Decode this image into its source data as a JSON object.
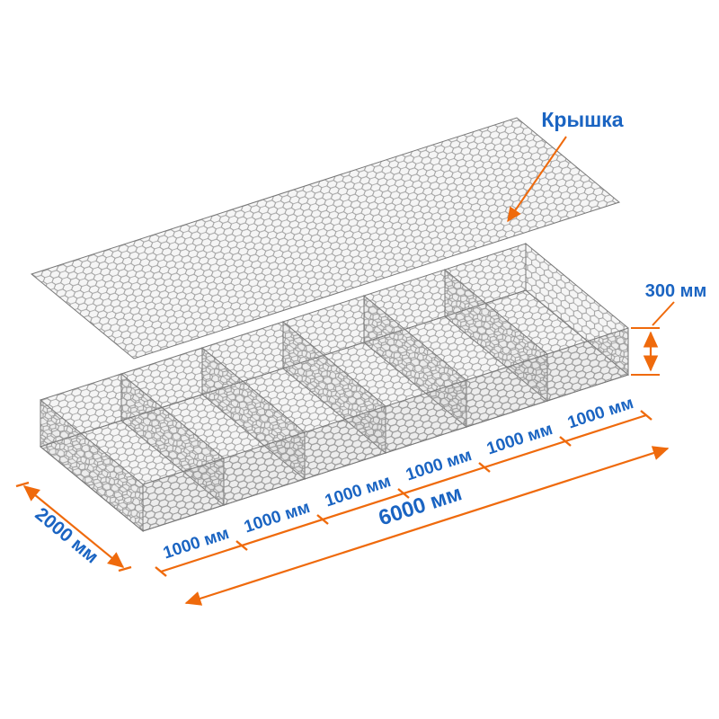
{
  "labels": {
    "lid": "Крышка",
    "height": "300 мм",
    "length": "6000 мм",
    "width": "2000 мм"
  },
  "segments": [
    "1000 мм",
    "1000 мм",
    "1000 мм",
    "1000 мм",
    "1000 мм",
    "1000 мм"
  ],
  "colors": {
    "dimension_orange": "#ef6a0c",
    "label_blue": "#1a64c2",
    "mesh_gray": "#9a9a9a",
    "background": "#ffffff"
  }
}
